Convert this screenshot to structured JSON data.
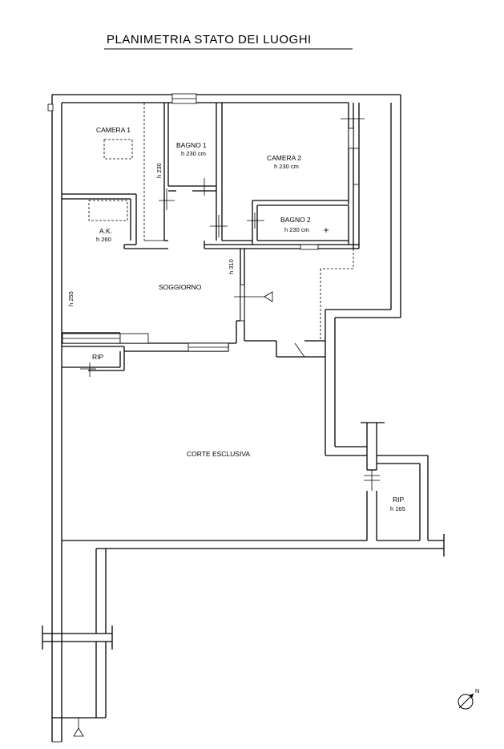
{
  "title": "PLANIMETRIA  STATO  DEI  LUOGHI",
  "rooms": {
    "camera1": {
      "name": "CAMERA  1"
    },
    "bagno1": {
      "name": "BAGNO  1",
      "height": "h  230  cm"
    },
    "camera2": {
      "name": "CAMERA  2",
      "height": "h  230  cm"
    },
    "ak": {
      "name": "A.K.",
      "height": "h  260"
    },
    "bagno2": {
      "name": "BAGNO  2",
      "height": "h  230  cm"
    },
    "soggiorno": {
      "name": "SOGGIORNO"
    },
    "rip1": {
      "name": "RIP"
    },
    "corte": {
      "name": "CORTE  ESCLUSIVA"
    },
    "rip2": {
      "name": "RIP",
      "height": "h  165"
    }
  },
  "heights": {
    "h230_vertical": "h  230",
    "h255_vertical": "h  255",
    "h310_vertical": "h  310"
  },
  "north": {
    "label": "N"
  }
}
